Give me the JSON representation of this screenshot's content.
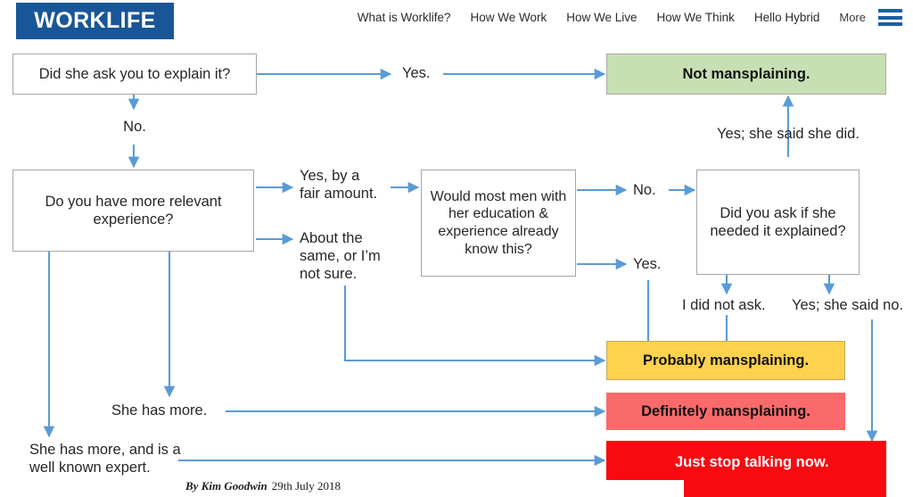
{
  "header": {
    "brand": "WORKLIFE",
    "brand_bg": "#185697",
    "nav": [
      {
        "label": "What is Worklife?"
      },
      {
        "label": "How We Work"
      },
      {
        "label": "How We Live"
      },
      {
        "label": "How We Think"
      },
      {
        "label": "Hello Hybrid"
      }
    ],
    "more_label": "More",
    "menu_icon": "hamburger-icon"
  },
  "flowchart": {
    "nodes": {
      "q1": "Did she ask you to explain it?",
      "q2": "Do you have more relevant experience?",
      "q3": "Would most men with her education & experience already know this?",
      "q4": "Did you ask if she needed it explained?",
      "r_not": "Not mansplaining.",
      "r_probably": "Probably mansplaining.",
      "r_definitely": "Definitely mansplaining.",
      "r_stop": "Just stop talking now."
    },
    "labels": {
      "yes_top": "Yes.",
      "no_down": "No.",
      "yes_fair_amount": "Yes, by a\nfair amount.",
      "about_the_same": "About the\nsame, or I’m\nnot sure.",
      "no_mid": "No.",
      "yes_mid": "Yes.",
      "yes_she_said_she_did": "Yes; she said she did.",
      "i_did_not_ask": "I did not ask.",
      "yes_she_said_no": "Yes; she said no.",
      "she_has_more": "She has more.",
      "she_has_more_expert": "She has more, and is a\nwell known expert."
    },
    "colors": {
      "arrow": "#5b9bd5",
      "green": "#c6e0b4",
      "yellow": "#ffd24d",
      "salmon": "#fb6a6a",
      "red": "#f90910",
      "box_border": "#a6a6a6"
    }
  },
  "credit": {
    "author": "By Kim Goodwin",
    "date": "29th July 2018"
  }
}
